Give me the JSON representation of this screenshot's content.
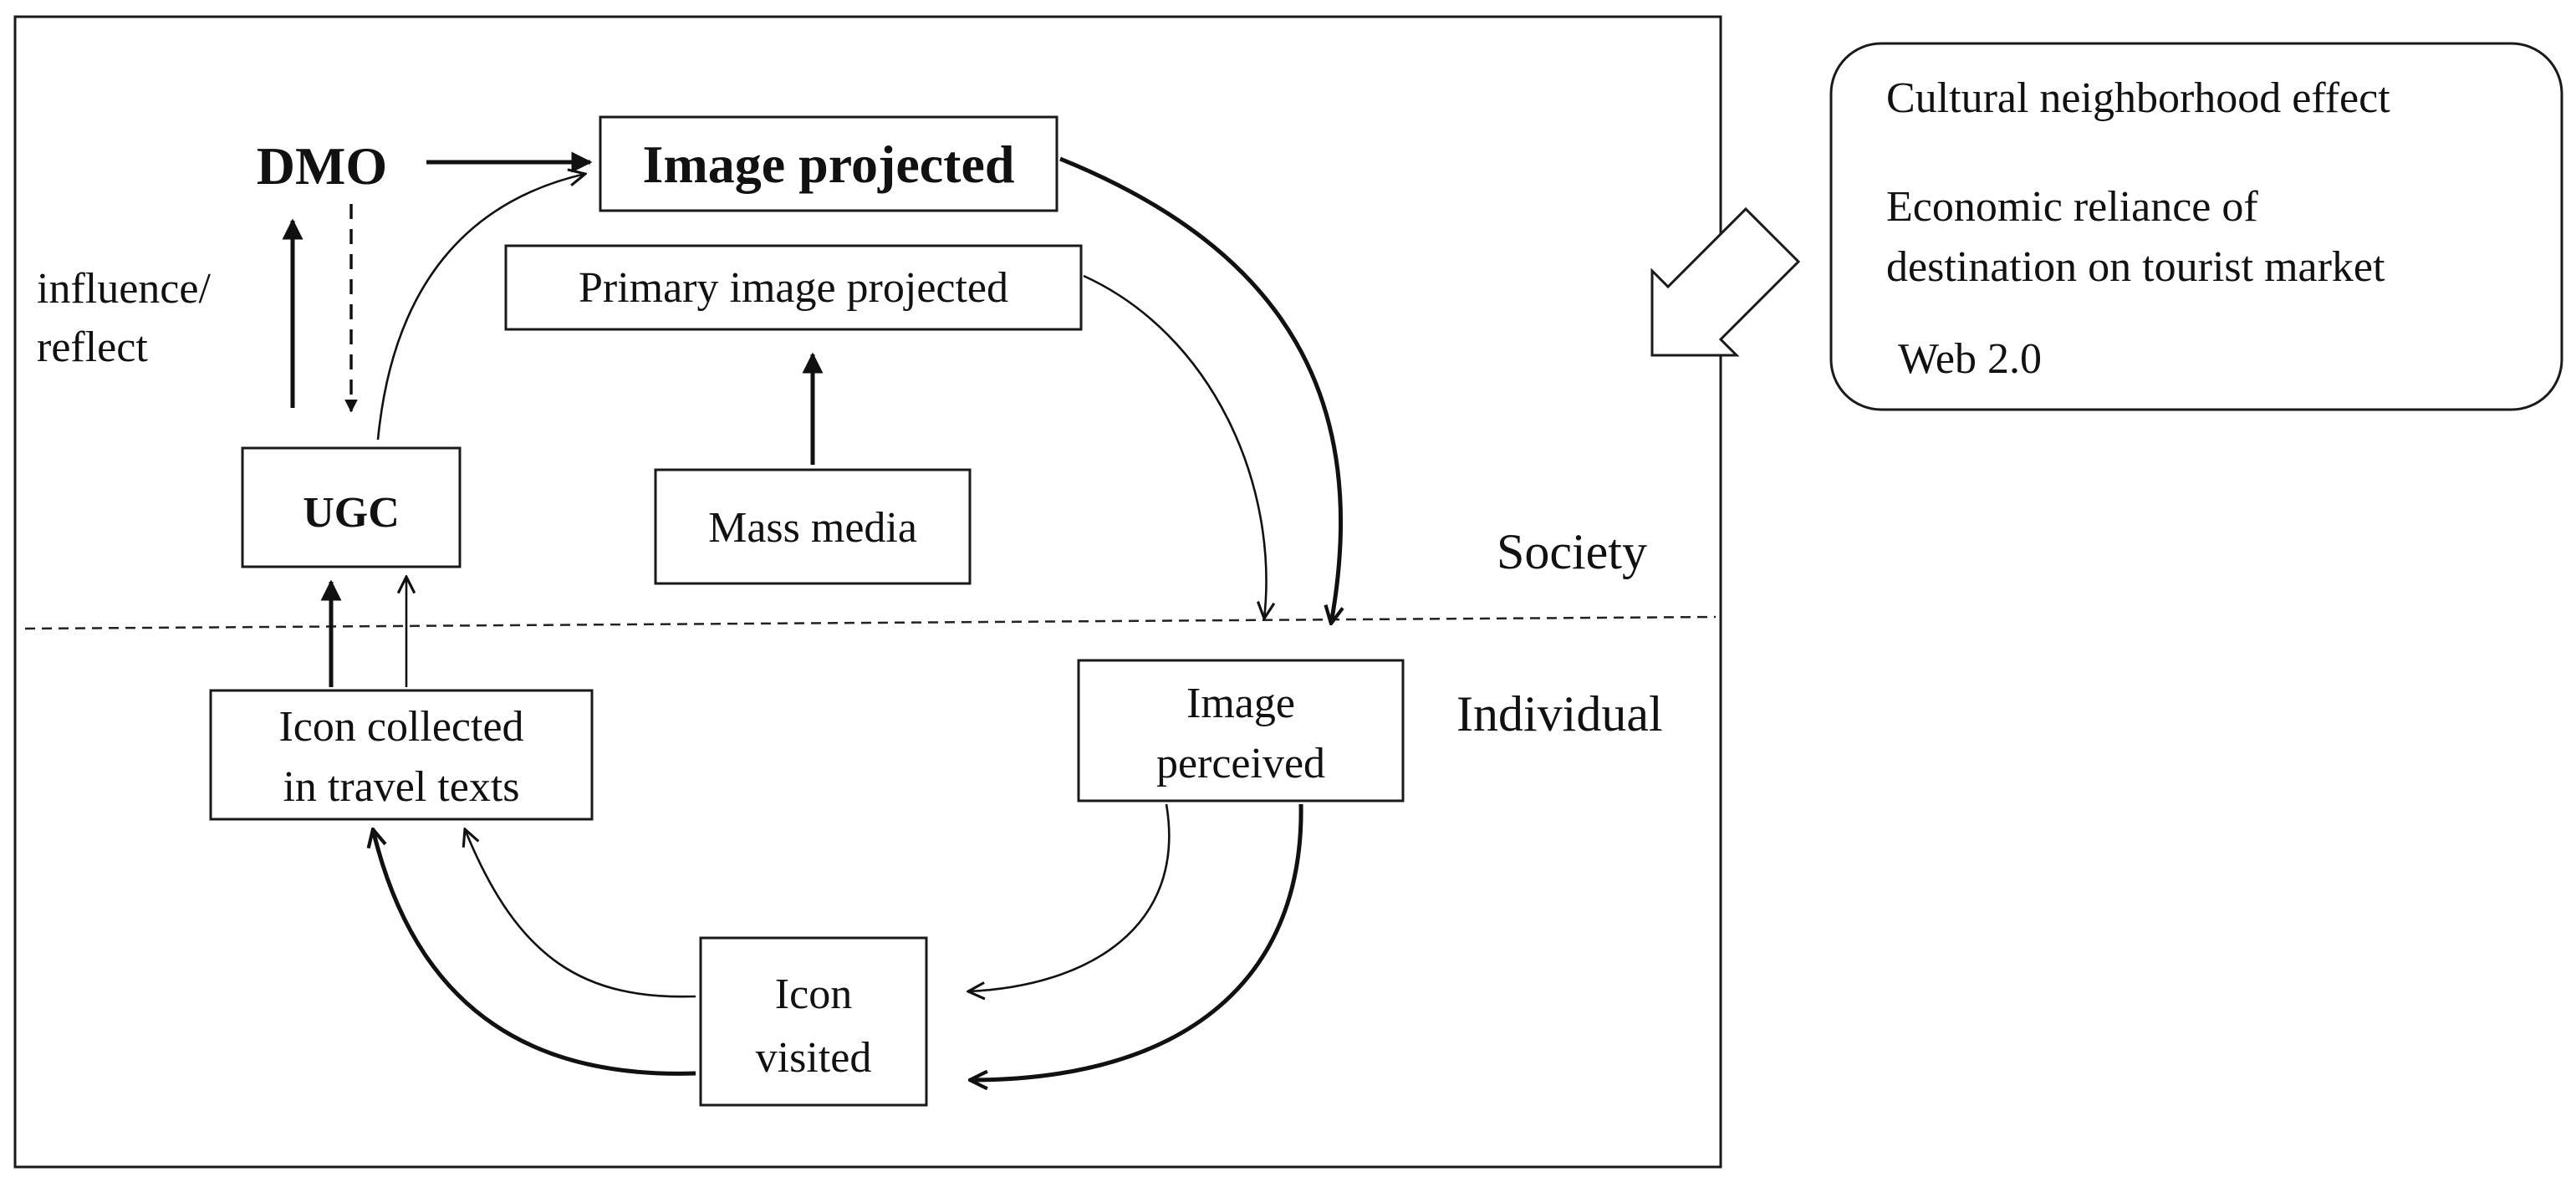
{
  "diagram": {
    "dmo": "DMO",
    "image_projected": "Image projected",
    "primary_image_projected": "Primary image projected",
    "mass_media": "Mass media",
    "ugc": "UGC",
    "influence_line1": "influence/",
    "influence_line2": "reflect",
    "society": "Society",
    "individual": "Individual",
    "image_perceived_line1": "Image",
    "image_perceived_line2": "perceived",
    "icon_collected_line1": "Icon collected",
    "icon_collected_line2": "in travel texts",
    "icon_visited_line1": "Icon",
    "icon_visited_line2": "visited"
  },
  "factors": {
    "cultural": "Cultural neighborhood effect",
    "economic_line1": "Economic reliance of",
    "economic_line2": "destination on tourist market",
    "web": "Web 2.0"
  }
}
